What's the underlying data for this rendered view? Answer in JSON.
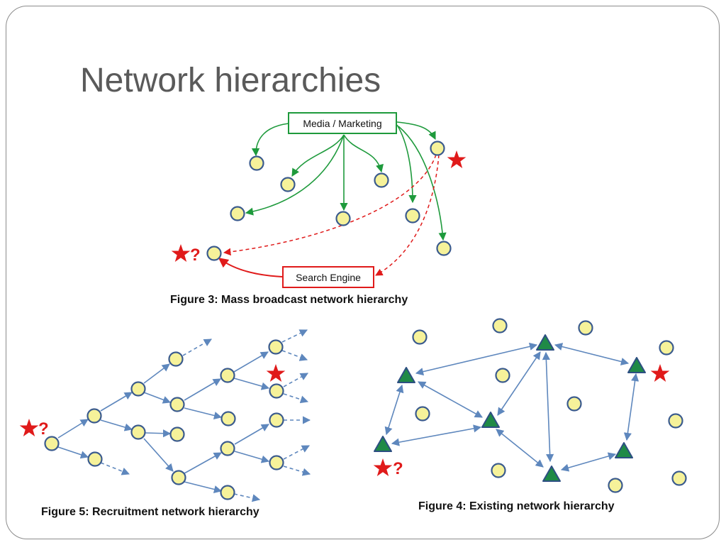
{
  "slide": {
    "title": "Network hierarchies"
  },
  "figure3": {
    "caption": "Figure 3:  Mass broadcast network hierarchy",
    "source_box": "Media / Marketing",
    "search_box": "Search Engine",
    "question": "?"
  },
  "figure4": {
    "caption": "Figure 4:  Existing network hierarchy",
    "question": "?"
  },
  "figure5": {
    "caption": "Figure 5:  Recruitment network hierarchy",
    "question": "?"
  },
  "colors": {
    "node_fill": "#f6f29a",
    "node_stroke": "#3b5b8e",
    "triangle_fill": "#1f8a46",
    "green_arrow": "#1e9a3c",
    "red": "#e01a1a",
    "blue_arrow": "#5e87bd"
  }
}
